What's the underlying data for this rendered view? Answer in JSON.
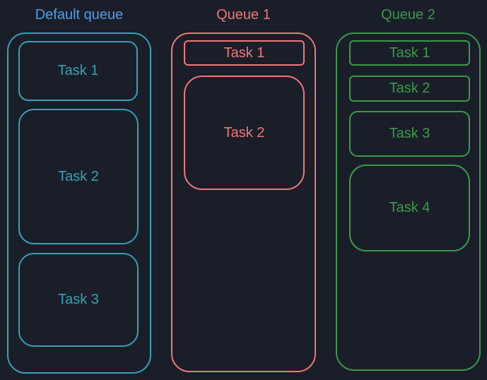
{
  "colors": {
    "background": "#1a1e29",
    "default_queue": "#3aa0b4",
    "default_title": "#4f9fe6",
    "queue_1": "#f07878",
    "queue_2": "#3a9a4a"
  },
  "queues": [
    {
      "title": "Default queue",
      "tasks": [
        "Task 1",
        "Task 2",
        "Task 3"
      ]
    },
    {
      "title": "Queue 1",
      "tasks": [
        "Task 1",
        "Task 2"
      ]
    },
    {
      "title": "Queue 2",
      "tasks": [
        "Task 1",
        "Task 2",
        "Task 3",
        "Task 4"
      ]
    }
  ]
}
